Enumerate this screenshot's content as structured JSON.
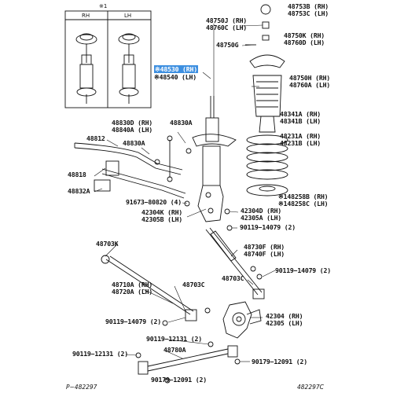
{
  "inset": {
    "mark": "※1",
    "rh": "RH",
    "lh": "LH"
  },
  "callouts": {
    "c48753B": "48753B (RH)",
    "c48753C": "48753C (LH)",
    "c48750J": "48750J (RH)",
    "c48760C": "48760C (LH)",
    "c48750K": "48750K (RH)",
    "c48760D": "48760D (LH)",
    "c48750G": "48750G",
    "c48750H": "48750H (RH)",
    "c48760A": "48760A (LH)",
    "c48530": "※48530 (RH)",
    "c48540": "※48540 (LH)",
    "c48341A": "48341A (RH)",
    "c48341B": "48341B (LH)",
    "c48830D": "48830D (RH)",
    "c48840A": "48840A (LH)",
    "c48830A_top": "48830A",
    "c48231A": "48231A (RH)",
    "c48231B": "48231B (LH)",
    "c48812": "48812",
    "c48830A_mid": "48830A",
    "c48818": "48818",
    "c48258B": "※148258B (RH)",
    "c48258C": "※148258C (LH)",
    "c48832A": "48832A",
    "c91673": "91673−80820 (4)",
    "c42304K": "42304K (RH)",
    "c42305B": "42305B (LH)",
    "c42304D": "42304D (RH)",
    "c42305A_top": "42305A (LH)",
    "c90119_14079_a": "90119−14079 (2)",
    "c48703K": "48703K",
    "c48730F": "48730F (RH)",
    "c48740F": "48740F (LH)",
    "c90119_14079_b": "90119−14079 (2)",
    "c48703C_right": "48703C",
    "c48710A": "48710A (RH)",
    "c48720A": "48720A (LH)",
    "c48703C_mid": "48703C",
    "c90119_14079_c": "90119−14079 (2)",
    "c42304": "42304 (RH)",
    "c42305": "42305 (LH)",
    "c90119_12131_a": "90119−12131 (2)",
    "c48780A": "48780A",
    "c90119_12131_b": "90119−12131 (2)",
    "c90179_12091_a": "90179−12091 (2)",
    "c90179_12091_b": "90179−12091 (2)"
  },
  "footer": {
    "left": "P−482297",
    "right": "482297C"
  },
  "colors": {
    "highlight": "#3d8fe0",
    "line": "#111111"
  }
}
